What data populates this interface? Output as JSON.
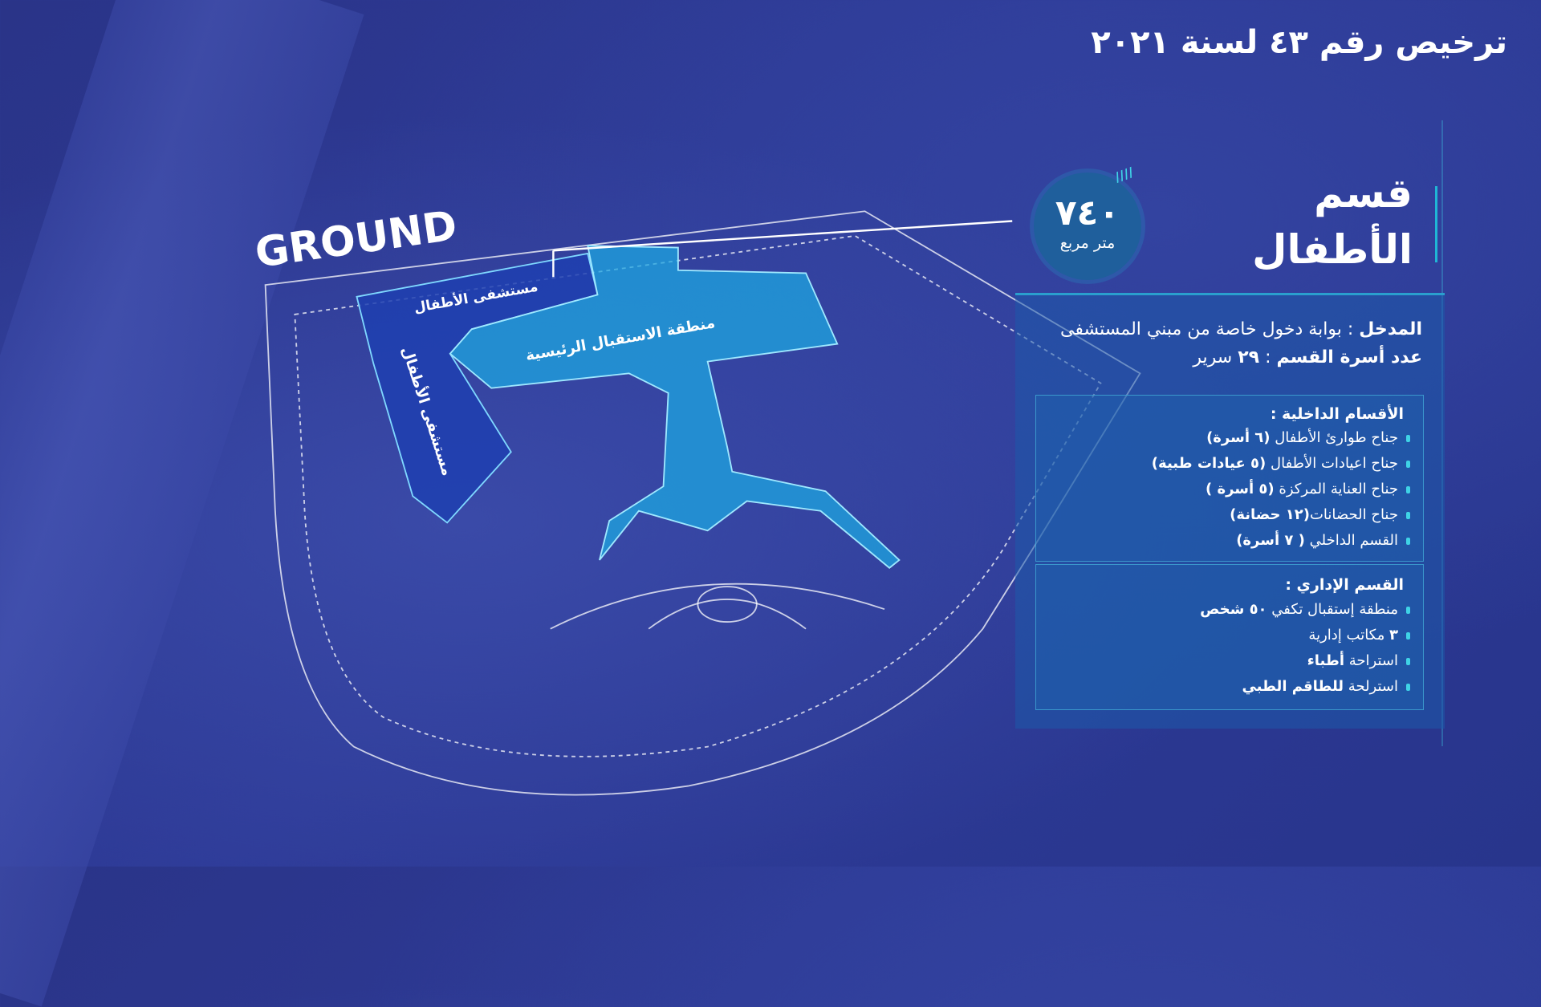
{
  "header": {
    "title": "ترخيص رقم ٤٣ لسنة ٢٠٢١"
  },
  "area_badge": {
    "value": "٧٤٠",
    "unit": "متر مربع"
  },
  "section": {
    "line1": "قسم",
    "line2": "الأطفال"
  },
  "plan": {
    "floor_label": "GROUND",
    "label_top_wing": "مستشفى الأطفال",
    "label_side_wing": "مستشفى الأطفال",
    "label_reception": "منطقة الاستقبال الرئيسية"
  },
  "info": {
    "entrance_label": "المدخل",
    "entrance_value": ": بوابة دخول خاصة من مبني المستشفى",
    "beds_label": "عدد أسرة القسم",
    "beds_sep": ":",
    "beds_count": "٢٩",
    "beds_unit": "سرير"
  },
  "internal": {
    "title": "الأقسام الداخلية :",
    "items": [
      {
        "text": "جناح طوارئ الأطفال",
        "bold": "(٦ أسرة)"
      },
      {
        "text": "جناح اعيادات الأطفال",
        "bold": "(٥ عيادات طبية)"
      },
      {
        "text": "جناح العناية المركزة",
        "bold": "(٥ أسرة )"
      },
      {
        "text": "جناح الحضانات",
        "bold": "(١٢ حضانة)"
      },
      {
        "text": "القسم الداخلي",
        "bold": "( ٧ أسرة)"
      }
    ]
  },
  "admin": {
    "title": "القسم الإداري :",
    "items": [
      {
        "text": "منطقة إستقبال تكفي",
        "bold": "٥٠ شخص"
      },
      {
        "bold": "٣",
        "text": "مكاتب إدارية"
      },
      {
        "text": "استراحة",
        "bold": "أطباء"
      },
      {
        "text": "استرلحة",
        "bold": "للطاقم الطبي"
      }
    ]
  },
  "colors": {
    "background": "#2e3b98",
    "accent": "#3fd3e6",
    "wing": "#1f3fb0",
    "reception": "#1ea6e0"
  }
}
